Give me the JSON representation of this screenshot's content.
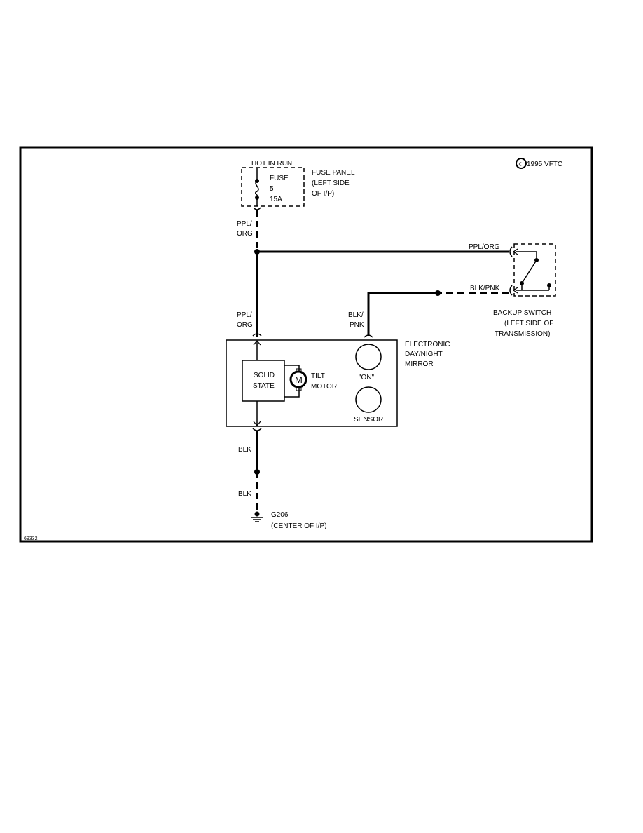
{
  "copyright": "1995 VFTC",
  "copyright_symbol": "C",
  "figure_id": "69332",
  "power_source": "HOT IN RUN",
  "fuse": {
    "name": "FUSE",
    "number": "5",
    "rating": "15A"
  },
  "fuse_panel": {
    "line1": "FUSE PANEL",
    "line2": "(LEFT SIDE",
    "line3": "OF I/P)"
  },
  "wires": {
    "ppl_org_top_1": "PPL/",
    "ppl_org_top_2": "ORG",
    "ppl_org_right": "PPL/ORG",
    "blk_pnk_right": "BLK/PNK",
    "ppl_org_mid_1": "PPL/",
    "ppl_org_mid_2": "ORG",
    "blk_pnk_mid_1": "BLK/",
    "blk_pnk_mid_2": "PNK",
    "blk_1": "BLK",
    "blk_2": "BLK"
  },
  "backup_switch": {
    "line1": "BACKUP SWITCH",
    "line2": "(LEFT SIDE OF",
    "line3": "TRANSMISSION)"
  },
  "mirror": {
    "line1": "ELECTRONIC",
    "line2": "DAY/NIGHT",
    "line3": "MIRROR",
    "solid_state_1": "SOLID",
    "solid_state_2": "STATE",
    "motor_symbol": "M",
    "tilt_motor_1": "TILT",
    "tilt_motor_2": "MOTOR",
    "on_label": "\"ON\"",
    "sensor_label": "SENSOR"
  },
  "ground": {
    "id": "G206",
    "location": "(CENTER OF I/P)"
  }
}
